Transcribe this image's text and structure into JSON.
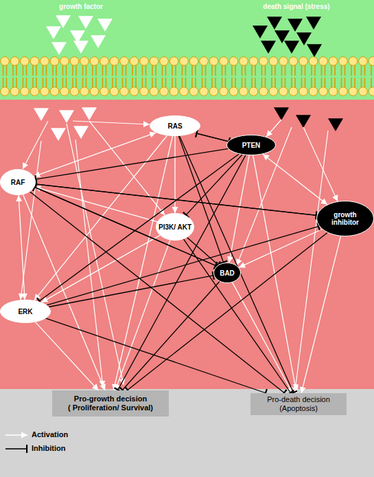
{
  "diagram": {
    "nodes": [
      {
        "text": [
          "RAS"
        ]
      },
      {
        "text": [
          "PTEN"
        ]
      },
      {
        "text": [
          "RAF"
        ]
      },
      {
        "text": [
          "PI3K/ AKT"
        ]
      },
      {
        "text": [
          "growth inhibitor"
        ]
      },
      {
        "text": [
          "BAD"
        ]
      },
      {
        "text": [
          "ERK"
        ]
      },
      {
        "text": [
          "Pro-growth decision",
          "( Proliferation/ Survival)"
        ]
      },
      {
        "text": [
          "Pro-death decision",
          "(Apoptosis)"
        ]
      }
    ],
    "edges": [
      {
        "from": 2,
        "to": 0,
        "arrow": "both"
      },
      {
        "from": 0,
        "to": 3,
        "arrow": "to"
      },
      {
        "from": 0,
        "to": 6,
        "arrow": "to"
      },
      {
        "from": 0,
        "to": 7,
        "arrow": "to"
      },
      {
        "from": 2,
        "to": 6,
        "arrow": "both"
      },
      {
        "from": 2,
        "to": 7,
        "arrow": "to"
      },
      {
        "from": 3,
        "to": 2,
        "arrow": "to"
      },
      {
        "from": 3,
        "to": 6,
        "arrow": "to"
      },
      {
        "from": 3,
        "to": 7,
        "arrow": "to"
      },
      {
        "from": 6,
        "to": 7,
        "arrow": "to"
      },
      {
        "from": 1,
        "to": 4,
        "arrow": "both"
      },
      {
        "from": 1,
        "to": 5,
        "arrow": "to"
      },
      {
        "from": 1,
        "to": 8,
        "arrow": "to"
      },
      {
        "from": 4,
        "to": 5,
        "arrow": "to"
      },
      {
        "from": 4,
        "to": 8,
        "arrow": "to"
      },
      {
        "from": 5,
        "to": 8,
        "arrow": "to"
      },
      {
        "from": 1,
        "to": 0,
        "arrow": "to"
      },
      {
        "from": 0,
        "to": 1,
        "arrow": "to"
      },
      {
        "from": 1,
        "to": 2,
        "arrow": "to"
      },
      {
        "from": 1,
        "to": 3,
        "arrow": "to"
      },
      {
        "from": 1,
        "to": 6,
        "arrow": "to"
      },
      {
        "from": 1,
        "to": 7,
        "arrow": "to"
      },
      {
        "from": 2,
        "to": 4,
        "arrow": "to"
      },
      {
        "from": 2,
        "to": 5,
        "arrow": "to"
      },
      {
        "from": 2,
        "to": 8,
        "arrow": "to"
      },
      {
        "from": 0,
        "to": 5,
        "arrow": "to"
      },
      {
        "from": 0,
        "to": 8,
        "arrow": "to"
      },
      {
        "from": 3,
        "to": 5,
        "arrow": "to"
      },
      {
        "from": 3,
        "to": 8,
        "arrow": "to"
      },
      {
        "from": 6,
        "to": 5,
        "arrow": "to"
      },
      {
        "from": 6,
        "to": 8,
        "arrow": "to"
      },
      {
        "from": 6,
        "to": 4,
        "arrow": "to"
      },
      {
        "from": 5,
        "to": 2,
        "arrow": "to"
      },
      {
        "from": 5,
        "to": 7,
        "arrow": "to"
      },
      {
        "from": 4,
        "to": 2,
        "arrow": "to"
      },
      {
        "from": 4,
        "to": 7,
        "arrow": "to"
      }
    ],
    "labels": [
      "growth factor",
      "death signal (stress)"
    ],
    "legend": [
      {
        "text": "Activation"
      },
      {
        "text": "Inhibition"
      }
    ]
  }
}
